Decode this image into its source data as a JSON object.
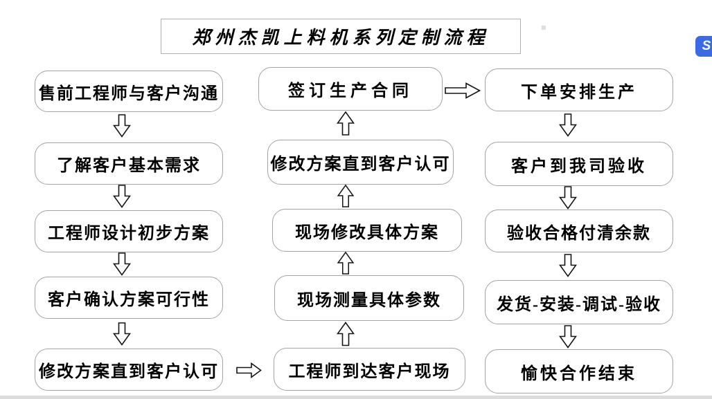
{
  "title": {
    "text": "郑州杰凯上料机系列定制流程"
  },
  "flow": {
    "left": [
      "售前工程师与客户沟通",
      "了解客户基本需求",
      "工程师设计初步方案",
      "客户确认方案可行性",
      "修改方案直到客户认可"
    ],
    "middle": [
      "签订生产合同",
      "修改方案直到客户认可",
      "现场修改具体方案",
      "现场测量具体参数",
      "工程师到达客户现场"
    ],
    "right": [
      "下单安排生产",
      "客户到我司验收",
      "验收合格付清余款",
      "发货-安装-调试-验收",
      "愉快合作结束"
    ],
    "directions": {
      "left_column": "down",
      "left_to_middle": "right",
      "middle_column": "up",
      "middle_to_right": "right",
      "right_column": "down"
    }
  },
  "watermark": {
    "label": "S",
    "background": "#3a6be4",
    "glyph_color": "#ffffff"
  },
  "colors": {
    "canvas_background": "#ffffff",
    "box_border": "#a3a3a3",
    "text": "#000000"
  }
}
